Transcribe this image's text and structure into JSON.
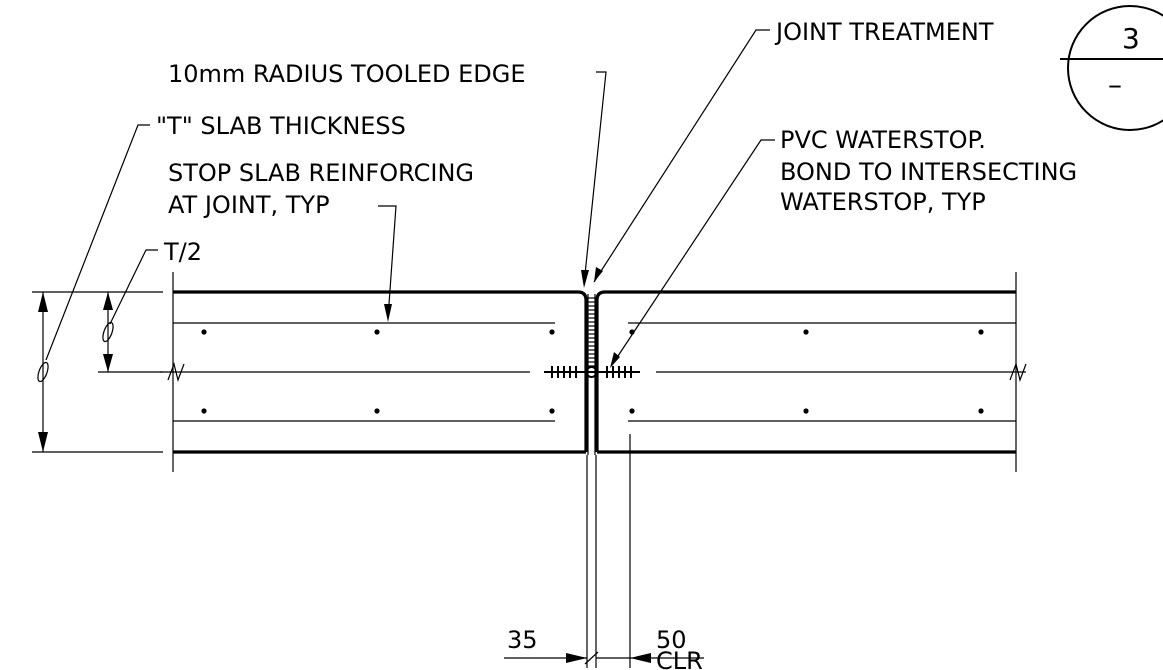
{
  "notes": {
    "joint_treatment": "JOINT TREATMENT",
    "tooled_edge": "10mm RADIUS TOOLED EDGE",
    "slab_thickness": "\"T\" SLAB THICKNESS",
    "stop_reinf_line1": "STOP SLAB REINFORCING",
    "stop_reinf_line2": "AT JOINT, TYP",
    "waterstop_line1": "PVC WATERSTOP.",
    "waterstop_line2": "BOND TO INTERSECTING",
    "waterstop_line3": "WATERSTOP, TYP",
    "half_thickness": "T/2"
  },
  "dimensions": {
    "left_gap": "35",
    "right_gap": "50",
    "right_gap_suffix": "CLR"
  },
  "detail_tag": {
    "number": "3",
    "sheet": "–"
  }
}
